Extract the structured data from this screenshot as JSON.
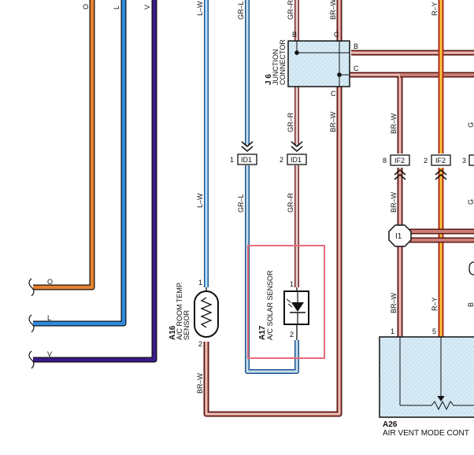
{
  "colors": {
    "orange": "#e8822e",
    "blue": "#2f8be0",
    "violet": "#3a1a8a",
    "brown": "#8b2a22",
    "red_yellow": "#f5c83a",
    "highlight": "#e86a7a",
    "box_fill": "#cfe6f2"
  },
  "wires": {
    "top_o": "O",
    "top_l": "L",
    "top_v": "V",
    "top_lw": "L–W",
    "top_grl": "GR–L",
    "top_grr": "GR–R",
    "top_brw": "BR–W",
    "top_ry": "R–Y",
    "left_o": "O",
    "left_l": "L",
    "left_v": "V",
    "mid_lw": "L–W",
    "mid_grl": "GR–L",
    "mid_grr": "GR–R",
    "mid_grr2": "GR–R",
    "mid_brw": "BR–W",
    "right_brw1": "BR–W",
    "right_brw2": "BR–W",
    "right_brw3": "BR–W",
    "right_ry": "R–Y",
    "bottom_brw": "BR–W",
    "edge_g1": "G",
    "edge_g2": "G",
    "edge_b": "B"
  },
  "junction": {
    "id": "J 6",
    "line1": "JUNCTION",
    "line2": "CONNECTOR",
    "pin_b_top": "B",
    "pin_c_top": "C",
    "pin_b_right": "B",
    "pin_c_right": "C",
    "pin_c_bottom": "C"
  },
  "connectors": {
    "id1_a": "ID1",
    "id1_a_pin": "1",
    "id1_b": "ID1",
    "id1_b_pin": "2",
    "if2_a": "IF2",
    "if2_a_pin": "8",
    "if2_b": "IF2",
    "if2_b_pin": "2",
    "edge_pin": "3",
    "i1": "I1"
  },
  "components": {
    "a16_id": "A16",
    "a16_line1": "A/C ROOM TEMP.",
    "a16_line2": "SENSOR",
    "a16_pin1": "1",
    "a16_pin2": "2",
    "a17_id": "A17",
    "a17_line1": "A/C SOLAR SENSOR",
    "a17_pin1": "1",
    "a17_pin2": "2",
    "a26_id": "A26",
    "a26_name": "AIR VENT MODE CONT",
    "a26_pin1": "1",
    "a26_pin5": "5"
  }
}
